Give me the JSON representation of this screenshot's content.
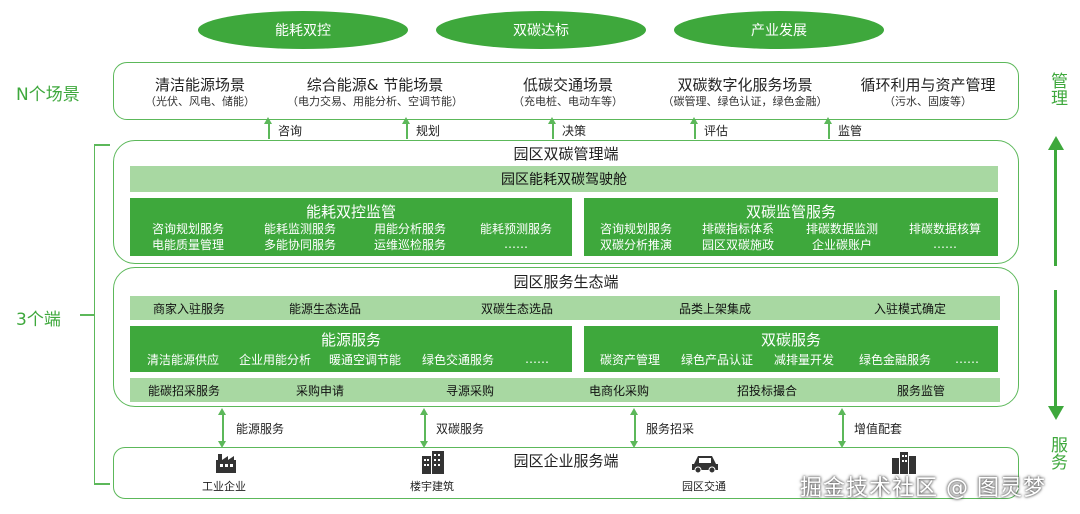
{
  "goals": [
    "能耗双控",
    "双碳达标",
    "产业发展"
  ],
  "n_label": "N个场景",
  "scenarios": [
    {
      "title": "清洁能源场景",
      "sub": "（光伏、风电、储能）"
    },
    {
      "title": "综合能源& 节能场景",
      "sub": "（电力交易、用能分析、空调节能）"
    },
    {
      "title": "低碳交通场景",
      "sub": "（充电桩、电动车等）"
    },
    {
      "title": "双碳数字化服务场景",
      "sub": "（碳管理、绿色认证，绿色金融）"
    },
    {
      "title": "循环利用与资产管理",
      "sub": "（污水、固废等）"
    }
  ],
  "up_arrows": [
    "咨询",
    "规划",
    "决策",
    "评估",
    "监管"
  ],
  "three_label": "3个端",
  "right_top": "管理",
  "right_bottom": "服务",
  "management": {
    "title": "园区双碳管理端",
    "cockpit": "园区能耗双碳驾驶舱",
    "left": {
      "title": "能耗双控监管",
      "row1": [
        "咨询规划服务",
        "能耗监测服务",
        "用能分析服务",
        "能耗预测服务"
      ],
      "row2": [
        "电能质量管理",
        "多能协同服务",
        "运维巡检服务",
        "……"
      ]
    },
    "right": {
      "title": "双碳监管服务",
      "row1": [
        "咨询规划服务",
        "排碳指标体系",
        "排碳数据监测",
        "排碳数据核算"
      ],
      "row2": [
        "双碳分析推演",
        "园区双碳施政",
        "企业碳账户",
        "……"
      ]
    }
  },
  "ecosystem": {
    "title": "园区服务生态端",
    "top_row": [
      "商家入驻服务",
      "能源生态选品",
      "双碳生态选品",
      "品类上架集成",
      "入驻模式确定"
    ],
    "left": {
      "title": "能源服务",
      "items": [
        "清洁能源供应",
        "企业用能分析",
        "暖通空调节能",
        "绿色交通服务",
        "……"
      ]
    },
    "right": {
      "title": "双碳服务",
      "items": [
        "碳资产管理",
        "绿色产品认证",
        "减排量开发",
        "绿色金融服务",
        "……"
      ]
    },
    "bottom_row": [
      "能碳招采服务",
      "采购申请",
      "寻源采购",
      "电商化采购",
      "招投标撮合",
      "服务监管"
    ]
  },
  "links": [
    "能源服务",
    "双碳服务",
    "服务招采",
    "增值配套"
  ],
  "enterprise": {
    "title": "园区企业服务端",
    "items": [
      {
        "icon": "factory-icon",
        "label": "工业企业"
      },
      {
        "icon": "building-icon",
        "label": "楼宇建筑"
      },
      {
        "icon": "car-icon",
        "label": "园区交通"
      },
      {
        "icon": "city-icon",
        "label": ""
      }
    ]
  },
  "watermark": "掘金技术社区 @ 图灵梦",
  "colors": {
    "accent": "#3ea83c",
    "light": "#a8d8a2",
    "border": "#5cb85a"
  }
}
